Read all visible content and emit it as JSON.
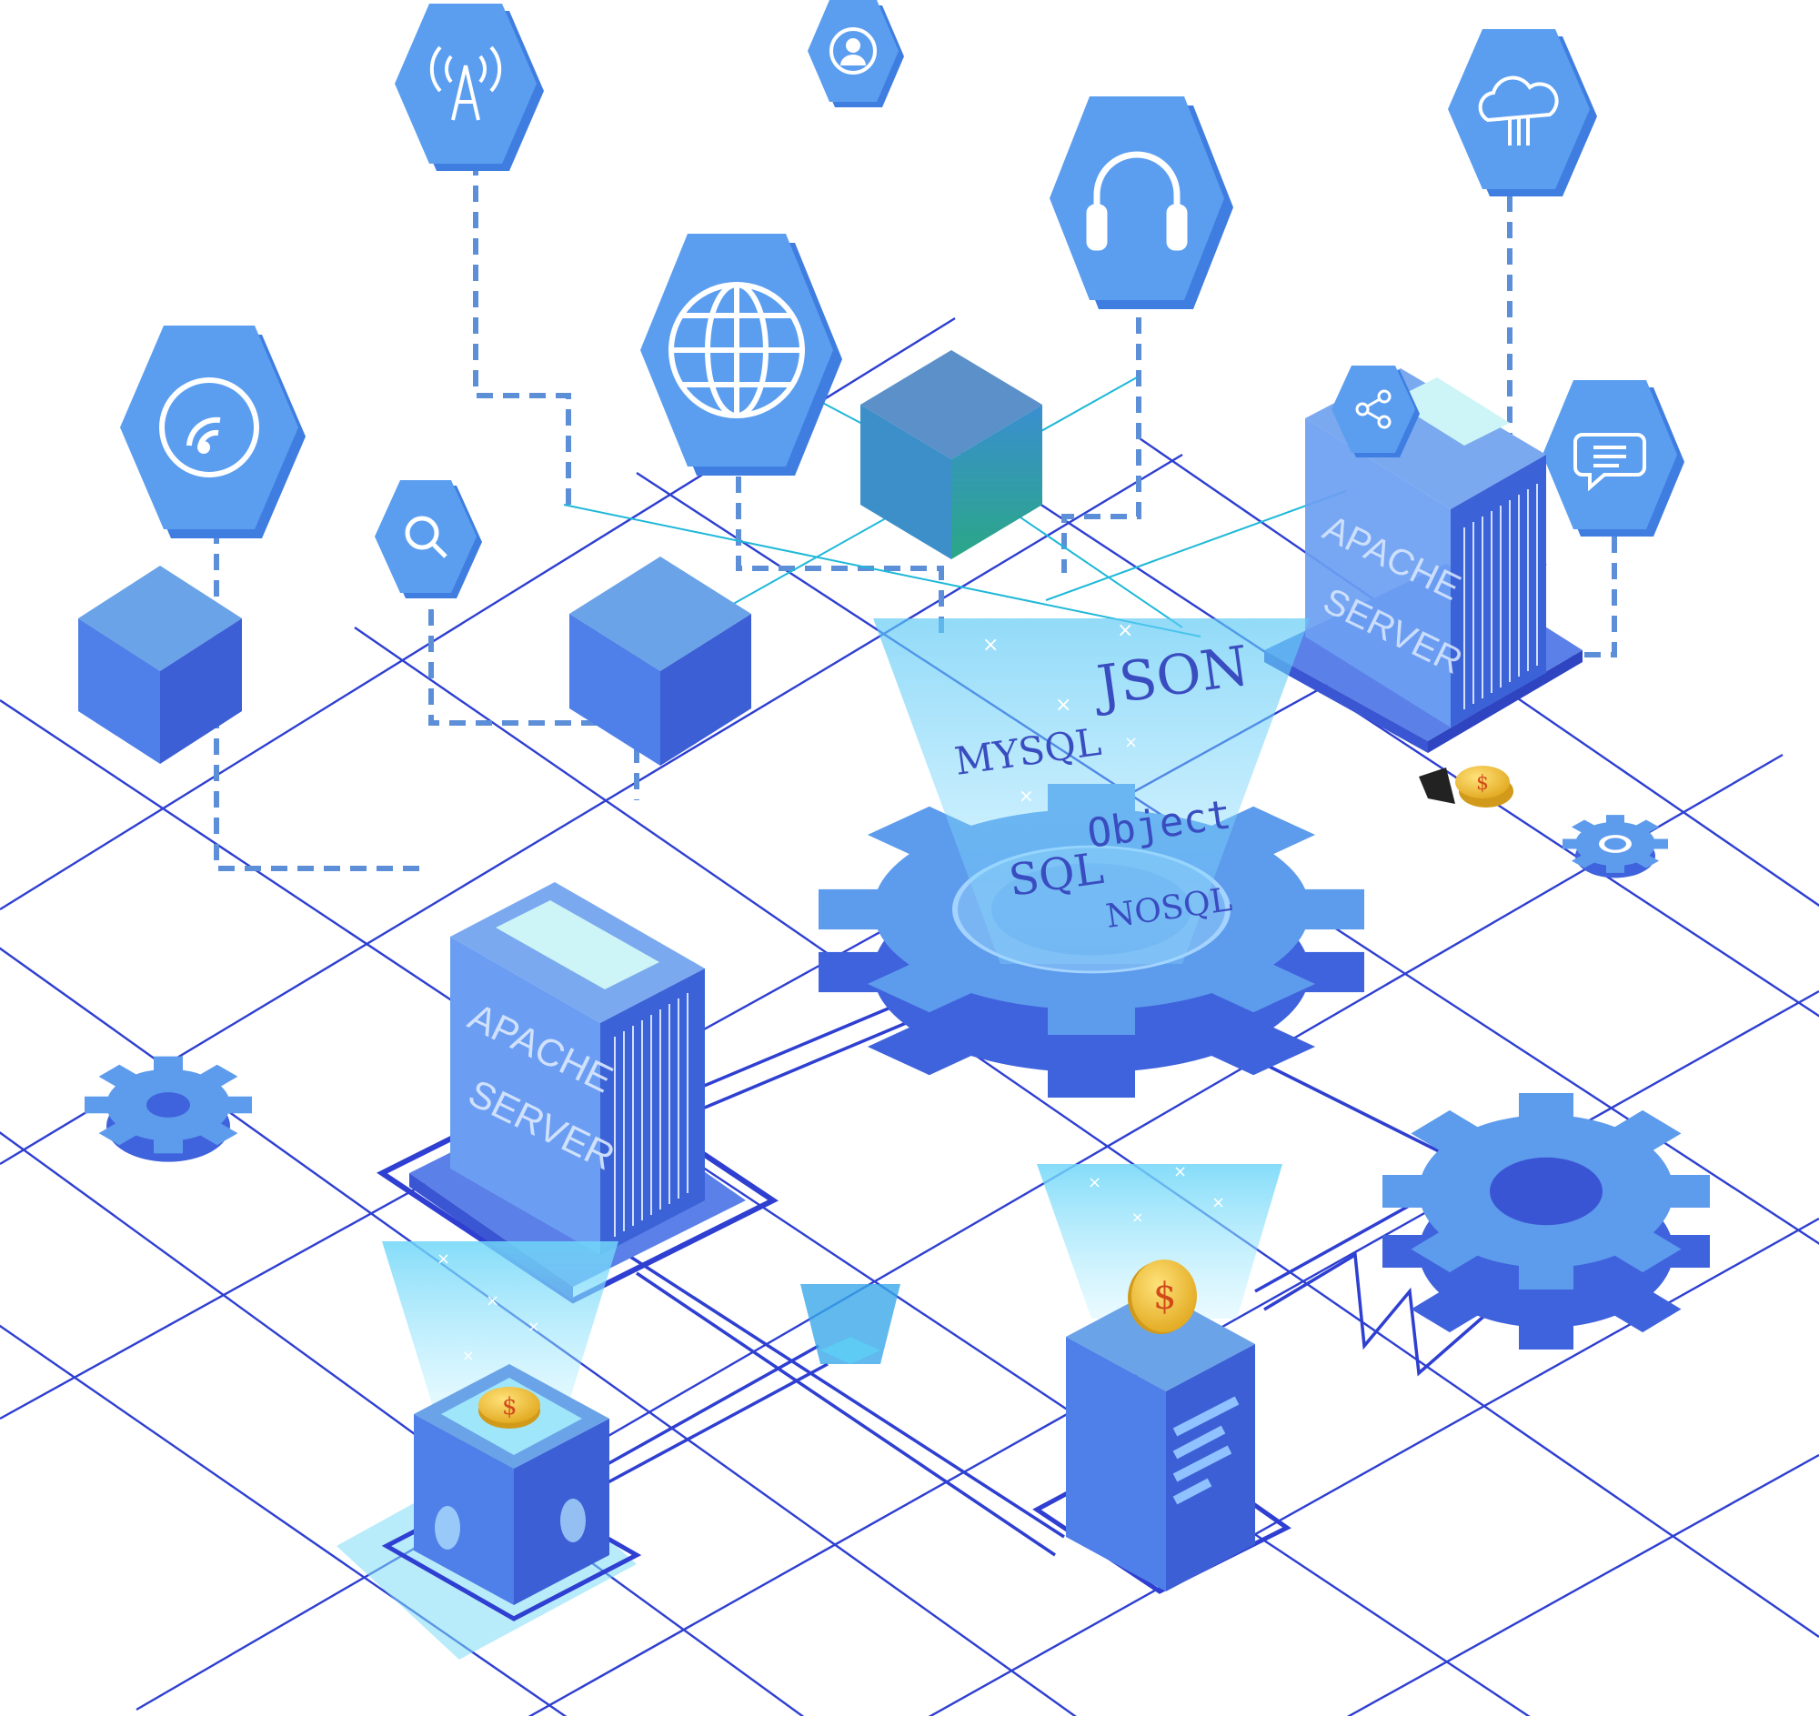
{
  "labels": {
    "server_left_line1": "APACHE",
    "server_left_line2": "SERVER",
    "server_right_line1": "APACHE",
    "server_right_line2": "SERVER",
    "db_json": "JSON",
    "db_mysql": "MYSQL",
    "db_object": "Object",
    "db_sql": "SQL",
    "db_nosql": "NOSQL",
    "coin_symbol": "$"
  },
  "icons": [
    "wifi-icon",
    "antenna-icon",
    "search-icon",
    "globe-icon",
    "user-icon",
    "headset-icon",
    "cloud-icon",
    "share-icon",
    "chat-icon",
    "gear-icon",
    "coin-icon",
    "server-icon",
    "cube-icon"
  ],
  "colors": {
    "grid_line": "#2e3fd1",
    "hex_face": "#5b9ef0",
    "hex_side": "#3f7ee0",
    "cube_top": "#6aa3e8",
    "cube_left": "#4f7fe8",
    "cube_right": "#3c5fd6",
    "gear_face": "#5d9bec",
    "gear_side": "#3f63dd",
    "beam": "#6fd6f8",
    "coin": "#f3c53b",
    "dash": "#5d8fd8",
    "teal_line": "#1fb8d8"
  }
}
